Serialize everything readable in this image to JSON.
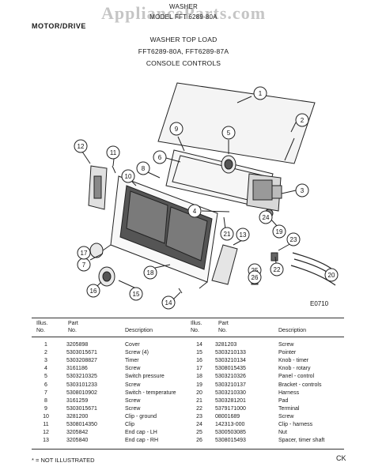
{
  "watermark": "ApplianceParts.com",
  "header": {
    "title_top": "WASHER",
    "title_model": "MODEL FFT 6289-80A",
    "left_label": "MOTOR/DRIVE",
    "subtitle_line1": "WASHER TOP LOAD",
    "subtitle_line2": "FFT6289-80A, FFT6289-87A",
    "subtitle_line3": "CONSOLE CONTROLS"
  },
  "diagram": {
    "code": "E0710",
    "callouts": [
      "1",
      "2",
      "3",
      "4",
      "5",
      "6",
      "7",
      "8",
      "9",
      "10",
      "11",
      "12",
      "13",
      "14",
      "15",
      "16",
      "17",
      "18",
      "19",
      "20",
      "21",
      "22",
      "23",
      "24",
      "25",
      "26"
    ]
  },
  "table": {
    "headers": {
      "illus": "Illus.",
      "no": "No.",
      "part": "Part",
      "part_no": "No.",
      "description": "Description"
    },
    "left_rows": [
      {
        "illus": "1",
        "part": "3205898",
        "desc": "Cover"
      },
      {
        "illus": "2",
        "part": "5303015671",
        "desc": "Screw (4)"
      },
      {
        "illus": "3",
        "part": "5303208827",
        "desc": "Timer"
      },
      {
        "illus": "4",
        "part": "3161186",
        "desc": "Screw"
      },
      {
        "illus": "5",
        "part": "5303210325",
        "desc": "Switch pressure"
      },
      {
        "illus": "6",
        "part": "5303101233",
        "desc": "Screw"
      },
      {
        "illus": "7",
        "part": "5308010902",
        "desc": "Switch - temperature"
      },
      {
        "illus": "8",
        "part": "3161259",
        "desc": "Screw"
      },
      {
        "illus": "9",
        "part": "5303015671",
        "desc": "Screw"
      },
      {
        "illus": "10",
        "part": "3281200",
        "desc": "Clip - ground"
      },
      {
        "illus": "11",
        "part": "5308014350",
        "desc": "Clip"
      },
      {
        "illus": "12",
        "part": "3205842",
        "desc": "End cap - LH"
      },
      {
        "illus": "13",
        "part": "3205840",
        "desc": "End cap - RH"
      }
    ],
    "right_rows": [
      {
        "illus": "14",
        "part": "3281203",
        "desc": "Screw"
      },
      {
        "illus": "15",
        "part": "5303210133",
        "desc": "Pointer"
      },
      {
        "illus": "16",
        "part": "5303210134",
        "desc": "Knob - timer"
      },
      {
        "illus": "17",
        "part": "5308015435",
        "desc": "Knob - rotary"
      },
      {
        "illus": "18",
        "part": "5303210326",
        "desc": "Panel - control"
      },
      {
        "illus": "19",
        "part": "5303210137",
        "desc": "Bracket - controls"
      },
      {
        "illus": "20",
        "part": "5303210330",
        "desc": "Harness"
      },
      {
        "illus": "21",
        "part": "5303281201",
        "desc": "Pad"
      },
      {
        "illus": "22",
        "part": "5379171000",
        "desc": "Terminal"
      },
      {
        "illus": "23",
        "part": "08001689",
        "desc": "Screw"
      },
      {
        "illus": "24",
        "part": "142313-000",
        "desc": "Clip - harness"
      },
      {
        "illus": "25",
        "part": "5300503085",
        "desc": "Nut"
      },
      {
        "illus": "26",
        "part": "5308015493",
        "desc": "Spacer, timer shaft"
      }
    ]
  },
  "footnote": "* = NOT ILLUSTRATED",
  "corner_mark": "CK"
}
